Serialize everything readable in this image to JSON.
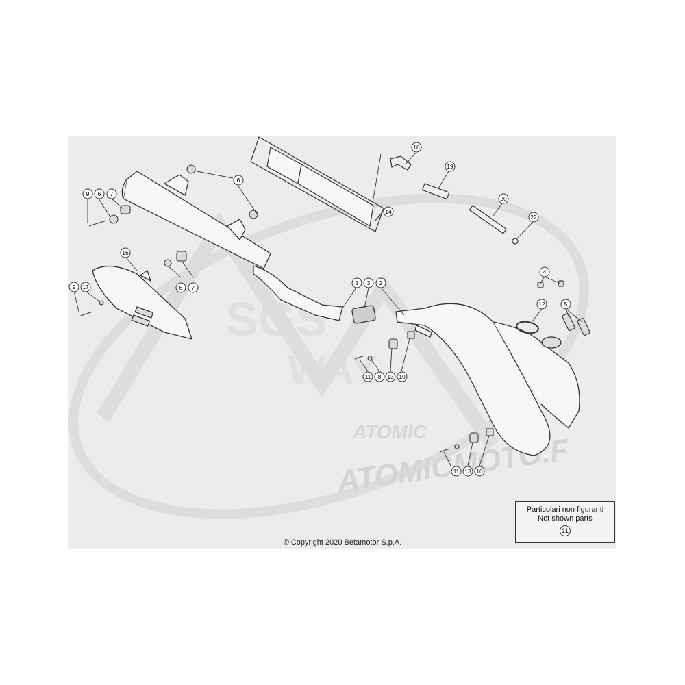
{
  "callouts": {
    "c1": "1",
    "c2": "2",
    "c3": "3",
    "c4": "4",
    "c5": "5",
    "c6a": "6",
    "c6b": "6",
    "c6c": "6",
    "c7a": "7",
    "c7b": "7",
    "c8": "8",
    "c9a": "9",
    "c9b": "9",
    "c10a": "10",
    "c10b": "10",
    "c11a": "11",
    "c11b": "11",
    "c12": "12",
    "c13a": "13",
    "c13b": "13",
    "c14": "14",
    "c16": "16",
    "c17": "17",
    "c18": "18",
    "c19": "19",
    "c20": "20",
    "c22": "22"
  },
  "not_shown": {
    "line1": "Particolari non figuranti",
    "line2": "Not shown parts",
    "number": "21"
  },
  "copyright": "© Copyright 2020 Betamotor S.p.A.",
  "watermark": {
    "brand": "ATOMICMOTO.F",
    "logo": "ATOMIC"
  },
  "colors": {
    "background": "#ececec",
    "line": "#333333",
    "fill": "#f7f7f7",
    "watermark": "#d4d4d4"
  }
}
